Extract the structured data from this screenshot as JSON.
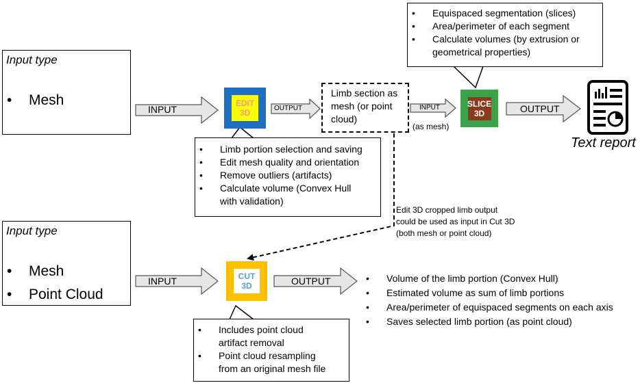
{
  "input_panels": [
    {
      "title": "Input type",
      "items": [
        "Mesh"
      ]
    },
    {
      "title": "Input type",
      "items": [
        "Mesh",
        "Point Cloud"
      ]
    }
  ],
  "arrows": {
    "input_top": "INPUT",
    "output_edit": "OUTPUT",
    "input_slice": "INPUT",
    "as_mesh": "(as mesh)",
    "output_slice": "OUTPUT",
    "input_cut": "INPUT",
    "output_cut": "OUTPUT"
  },
  "tools": {
    "edit3d": {
      "label": "EDIT\n3D",
      "outer": "#1f6fc4",
      "inner": "#ffff00",
      "text": "#f59a8a"
    },
    "slice3d": {
      "label": "SLICE\n3D",
      "outer": "#3aa34a",
      "inner": "#8b3a1c",
      "text": "#ffffff"
    },
    "cut3d": {
      "label": "CUT\n3D",
      "outer": "#ffc000",
      "inner": "#ffffff",
      "text": "#5b9bd5"
    }
  },
  "limb_section": "Limb section as\nmesh (or point\ncloud)",
  "edit_callout": [
    "Limb portion selection and saving",
    "Edit mesh quality and orientation",
    "Remove outliers (artifacts)",
    "Calculate volume (Convex Hull\nwith validation)"
  ],
  "slice_callout": [
    "Equispaced segmentation (slices)",
    "Area/perimeter of each segment",
    "Calculate volumes (by extrusion or\ngeometrical properties)"
  ],
  "report_label": "Text report",
  "dashed_note": "Edit 3D cropped limb output\ncould be used as input in Cut 3D\n(both mesh or point cloud)",
  "cut_callout": [
    "Includes point cloud\nartifact removal",
    "Point cloud resampling\nfrom an original mesh file"
  ],
  "cut_outputs": [
    "Volume of the limb portion (Convex Hull)",
    "Estimated volume as sum of limb portions",
    "Area/perimeter of equispaced segments on each axis",
    "Saves selected limb portion (as point cloud)"
  ]
}
